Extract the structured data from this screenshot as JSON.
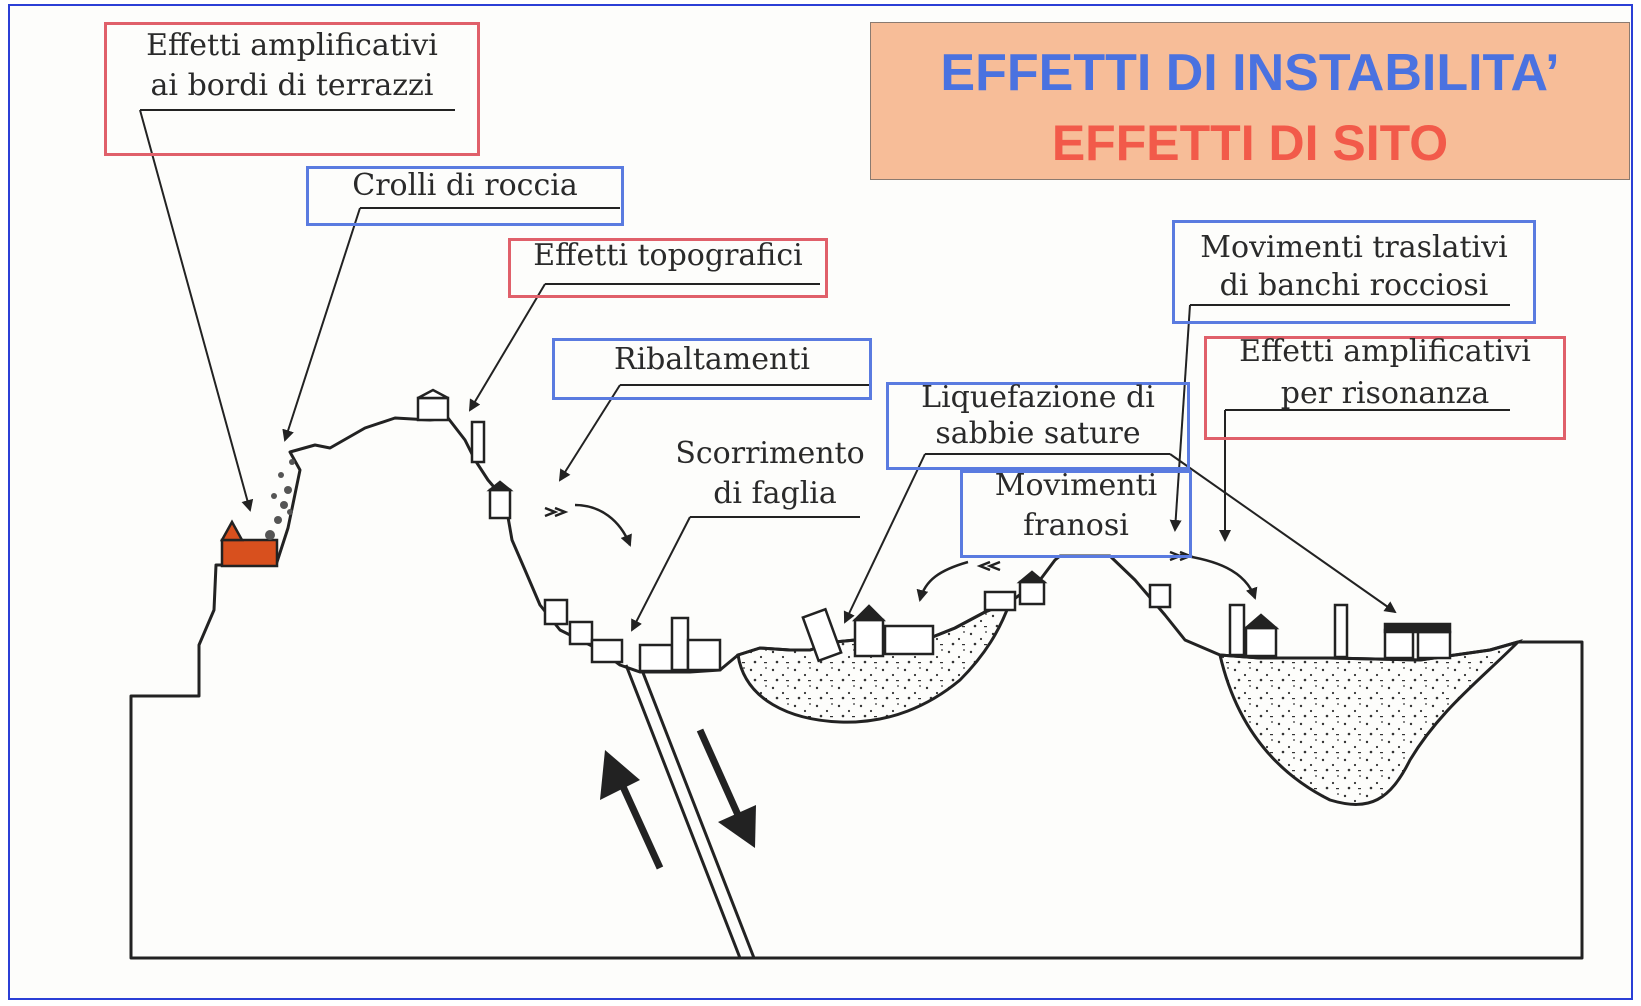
{
  "title": {
    "line1": "EFFETTI DI INSTABILITA’",
    "line2": "EFFETTI DI SITO"
  },
  "labels": {
    "amplificativi_bordi": [
      "Effetti amplificativi",
      "ai bordi di terrazzi"
    ],
    "crolli": "Crolli di roccia",
    "topografici": "Effetti topografici",
    "ribaltamenti": "Ribaltamenti",
    "scorrimento": [
      "Scorrimento",
      "di faglia"
    ],
    "liquefazione": [
      "Liquefazione di",
      "sabbie sature"
    ],
    "franosi": [
      "Movimenti",
      "franosi"
    ],
    "traslativi": [
      "Movimenti traslativi",
      "di banchi rocciosi"
    ],
    "risonanza": [
      "Effetti amplificativi",
      "per risonanza"
    ]
  },
  "colors": {
    "frame": "#2b3fd6",
    "title_bg": "#f7bd98",
    "title_blue": "#4a72e0",
    "title_red": "#f25a4a",
    "box_red": "#e0606a",
    "box_blue": "#5a7be0",
    "house_red": "#d8501e"
  }
}
